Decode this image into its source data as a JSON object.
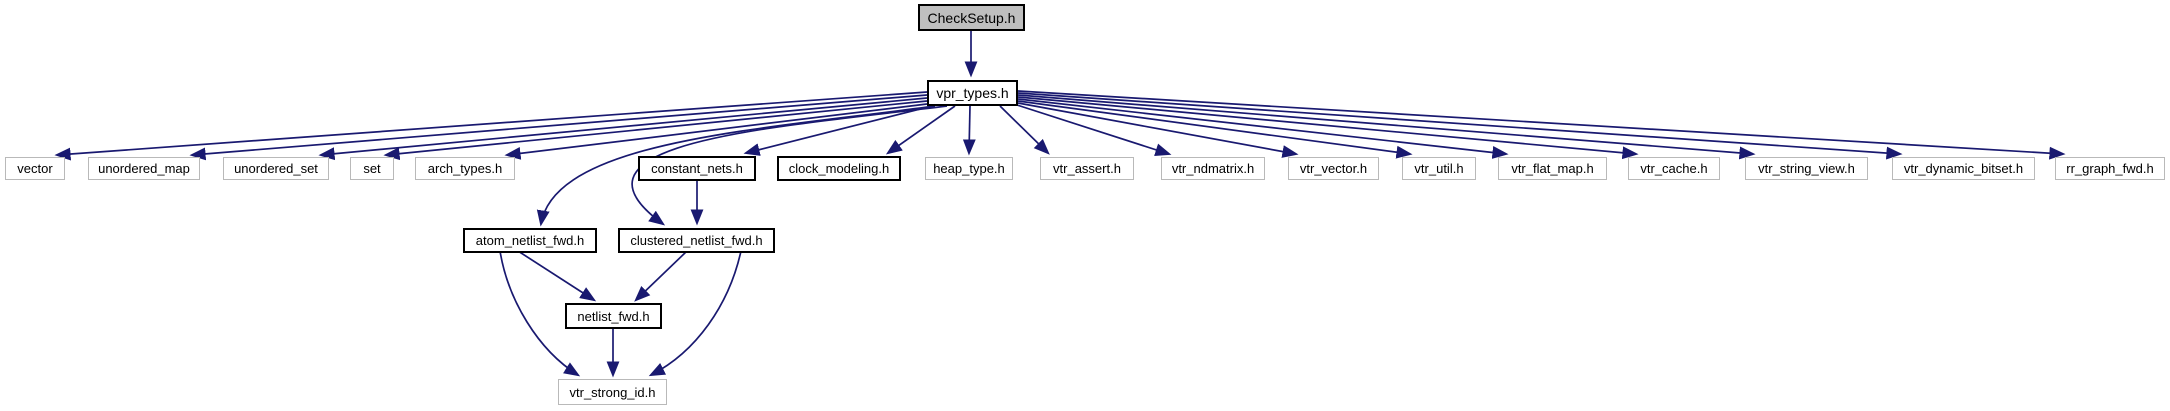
{
  "graph": {
    "title": "CheckSetup.h include dependency graph",
    "edge_color": "#191970",
    "root_fill": "#bfbfbf",
    "plain_border_color": "#b9b9b9",
    "bold_border_color": "#000000"
  },
  "nodes": [
    {
      "id": "CheckSetup.h",
      "label": "CheckSetup.h",
      "kind": "root"
    },
    {
      "id": "vpr_types.h",
      "label": "vpr_types.h",
      "kind": "linked"
    },
    {
      "id": "vector",
      "label": "vector",
      "kind": "plain"
    },
    {
      "id": "unordered_map",
      "label": "unordered_map",
      "kind": "plain"
    },
    {
      "id": "unordered_set",
      "label": "unordered_set",
      "kind": "plain"
    },
    {
      "id": "set",
      "label": "set",
      "kind": "plain"
    },
    {
      "id": "arch_types.h",
      "label": "arch_types.h",
      "kind": "plain"
    },
    {
      "id": "constant_nets.h",
      "label": "constant_nets.h",
      "kind": "linked"
    },
    {
      "id": "clock_modeling.h",
      "label": "clock_modeling.h",
      "kind": "linked"
    },
    {
      "id": "heap_type.h",
      "label": "heap_type.h",
      "kind": "plain"
    },
    {
      "id": "vtr_assert.h",
      "label": "vtr_assert.h",
      "kind": "plain"
    },
    {
      "id": "vtr_ndmatrix.h",
      "label": "vtr_ndmatrix.h",
      "kind": "plain"
    },
    {
      "id": "vtr_vector.h",
      "label": "vtr_vector.h",
      "kind": "plain"
    },
    {
      "id": "vtr_util.h",
      "label": "vtr_util.h",
      "kind": "plain"
    },
    {
      "id": "vtr_flat_map.h",
      "label": "vtr_flat_map.h",
      "kind": "plain"
    },
    {
      "id": "vtr_cache.h",
      "label": "vtr_cache.h",
      "kind": "plain"
    },
    {
      "id": "vtr_string_view.h",
      "label": "vtr_string_view.h",
      "kind": "plain"
    },
    {
      "id": "vtr_dynamic_bitset.h",
      "label": "vtr_dynamic_bitset.h",
      "kind": "plain"
    },
    {
      "id": "rr_graph_fwd.h",
      "label": "rr_graph_fwd.h",
      "kind": "plain"
    },
    {
      "id": "atom_netlist_fwd.h",
      "label": "atom_netlist_fwd.h",
      "kind": "linked"
    },
    {
      "id": "clustered_netlist_fwd.h",
      "label": "clustered_netlist_fwd.h",
      "kind": "linked"
    },
    {
      "id": "netlist_fwd.h",
      "label": "netlist_fwd.h",
      "kind": "linked"
    },
    {
      "id": "vtr_strong_id.h",
      "label": "vtr_strong_id.h",
      "kind": "plain"
    }
  ],
  "edges": [
    {
      "from": "CheckSetup.h",
      "to": "vpr_types.h"
    },
    {
      "from": "vpr_types.h",
      "to": "vector"
    },
    {
      "from": "vpr_types.h",
      "to": "unordered_map"
    },
    {
      "from": "vpr_types.h",
      "to": "unordered_set"
    },
    {
      "from": "vpr_types.h",
      "to": "set"
    },
    {
      "from": "vpr_types.h",
      "to": "arch_types.h"
    },
    {
      "from": "vpr_types.h",
      "to": "constant_nets.h"
    },
    {
      "from": "vpr_types.h",
      "to": "clock_modeling.h"
    },
    {
      "from": "vpr_types.h",
      "to": "heap_type.h"
    },
    {
      "from": "vpr_types.h",
      "to": "vtr_assert.h"
    },
    {
      "from": "vpr_types.h",
      "to": "vtr_ndmatrix.h"
    },
    {
      "from": "vpr_types.h",
      "to": "vtr_vector.h"
    },
    {
      "from": "vpr_types.h",
      "to": "vtr_util.h"
    },
    {
      "from": "vpr_types.h",
      "to": "vtr_flat_map.h"
    },
    {
      "from": "vpr_types.h",
      "to": "vtr_cache.h"
    },
    {
      "from": "vpr_types.h",
      "to": "vtr_string_view.h"
    },
    {
      "from": "vpr_types.h",
      "to": "vtr_dynamic_bitset.h"
    },
    {
      "from": "vpr_types.h",
      "to": "rr_graph_fwd.h"
    },
    {
      "from": "vpr_types.h",
      "to": "atom_netlist_fwd.h"
    },
    {
      "from": "vpr_types.h",
      "to": "clustered_netlist_fwd.h"
    },
    {
      "from": "constant_nets.h",
      "to": "clustered_netlist_fwd.h"
    },
    {
      "from": "atom_netlist_fwd.h",
      "to": "netlist_fwd.h"
    },
    {
      "from": "clustered_netlist_fwd.h",
      "to": "netlist_fwd.h"
    },
    {
      "from": "atom_netlist_fwd.h",
      "to": "vtr_strong_id.h"
    },
    {
      "from": "clustered_netlist_fwd.h",
      "to": "vtr_strong_id.h"
    },
    {
      "from": "netlist_fwd.h",
      "to": "vtr_strong_id.h"
    }
  ]
}
